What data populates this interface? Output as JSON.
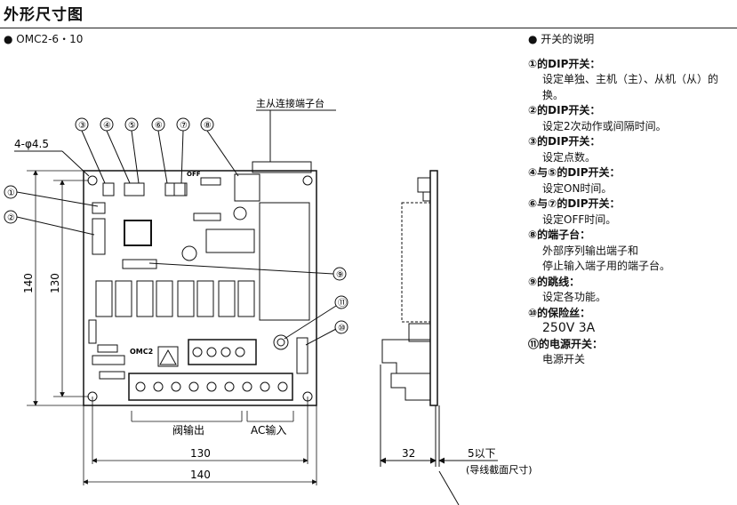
{
  "title": "外形尺寸图",
  "model": "● OMC2-6・10",
  "notes": {
    "heading": "● 开关的说明",
    "items": [
      {
        "key": "①的DIP开关：",
        "desc": [
          "设定单独、主机（主）、从机（从）的",
          "换。"
        ]
      },
      {
        "key": "②的DIP开关：",
        "desc": [
          "设定2次动作或间隔时间。"
        ]
      },
      {
        "key": "③的DIP开关：",
        "desc": [
          "设定点数。"
        ]
      },
      {
        "key": "④与⑤的DIP开关：",
        "desc": [
          "设定ON时间。"
        ]
      },
      {
        "key": "⑥与⑦的DIP开关：",
        "desc": [
          "设定OFF时间。"
        ]
      },
      {
        "key": "⑧的端子台：",
        "desc": [
          "外部序列输出端子和",
          "停止输入端子用的端子台。"
        ]
      },
      {
        "key": "⑨的跳线：",
        "desc": [
          "设定各功能。"
        ]
      },
      {
        "key": "⑩的保险丝：",
        "desc": [
          "250V 3A"
        ]
      },
      {
        "key": "⑪的电源开关：",
        "desc": [
          "电源开关"
        ]
      }
    ]
  },
  "diagram": {
    "callouts": [
      "③",
      "④",
      "⑤",
      "⑥",
      "⑦",
      "⑧",
      "①",
      "②",
      "⑨",
      "⑪",
      "⑩"
    ],
    "hole_label": "4-φ4.5",
    "terminal_label": "主从连接端子台",
    "valve_output": "阀输出",
    "ac_input": "AC输入",
    "dims": {
      "w130": "130",
      "w140": "140",
      "h130": "130",
      "h140": "140",
      "depth": "32",
      "wire": "5以下",
      "wire_note": "(导线截面尺寸)"
    },
    "board_text": [
      "OMC2",
      "OFF"
    ]
  }
}
